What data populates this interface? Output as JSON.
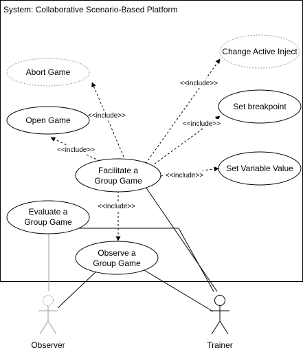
{
  "system": {
    "title": "System: Collaborative Scenario-Based Platform"
  },
  "use_cases": {
    "abort_game": [
      "Abort Game"
    ],
    "open_game": [
      "Open Game"
    ],
    "facilitate": [
      "Facilitate a",
      "Group Game"
    ],
    "evaluate": [
      "Evaluate a",
      "Group Game"
    ],
    "observe": [
      "Observe a",
      "Group Game"
    ],
    "change_inject": [
      "Change Active Inject"
    ],
    "set_breakpoint": [
      "Set breakpoint"
    ],
    "set_variable": [
      "Set Variable Value"
    ]
  },
  "include_label": "<<include>>",
  "actors": {
    "observer": "Observer",
    "trainer": "Trainer"
  },
  "colors": {
    "line": "#000000",
    "dotted_ellipse": "#9a9a9a",
    "observer_actor": "#9a9a9a"
  }
}
